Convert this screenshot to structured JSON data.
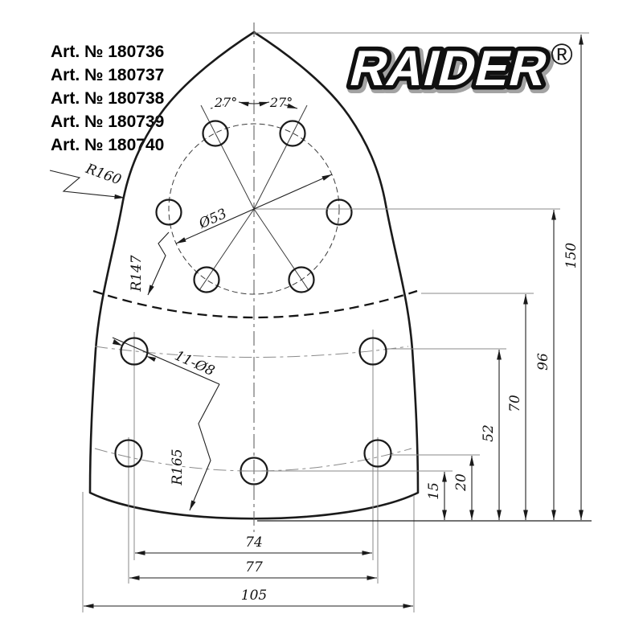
{
  "article_numbers": [
    "Art. № 180736",
    "Art. № 180737",
    "Art. № 180738",
    "Art. № 180739",
    "Art. № 180740"
  ],
  "brand": {
    "name": "RAIDER",
    "registered_mark": "®"
  },
  "drawing": {
    "labels": {
      "angle_left": "27°",
      "angle_right": "27°",
      "bolt_circle_diameter": "Ø53",
      "nose_radius": "R160",
      "front_arc_radius": "R147",
      "bottom_edge_radius": "R165",
      "holes_callout": "11-Ø8",
      "total_height": "150",
      "circle_center_height": "96",
      "front_arc_height": "70",
      "upper_row_height": "52",
      "lower_row_height": "20",
      "center_hole_height": "15",
      "upper_row_spacing": "74",
      "lower_row_spacing": "77",
      "base_width": "105"
    },
    "colors": {
      "line": "#1a1a1a",
      "extension": "#8a8a8a",
      "background": "#ffffff",
      "logo_shadow": "#a3a3a3"
    }
  }
}
